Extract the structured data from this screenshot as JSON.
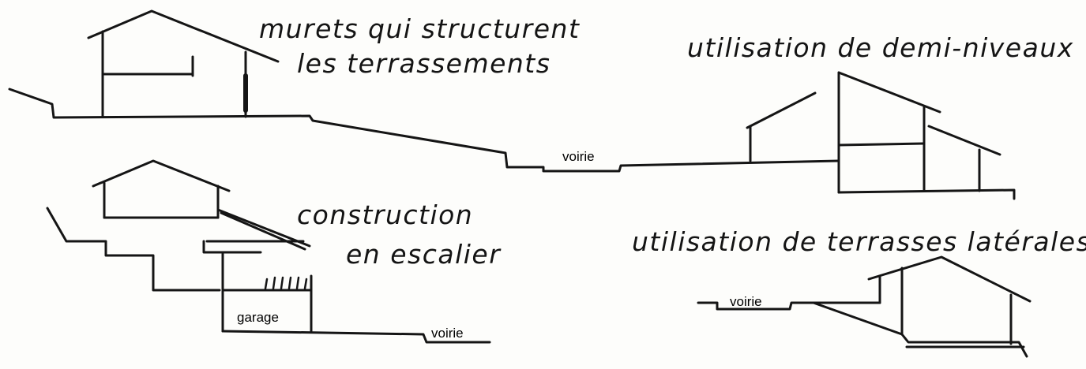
{
  "captions": {
    "murets_line1": "murets qui structurent",
    "murets_line2": "les terrassements",
    "demi_niveaux": "utilisation de demi-niveaux",
    "escalier_line1": "construction",
    "escalier_line2": "en escalier",
    "terrasses_laterales": "utilisation de terrasses latérales"
  },
  "labels": {
    "voirie_center": "voirie",
    "voirie_bottom_left": "voirie",
    "voirie_bottom_right": "voirie",
    "garage": "garage"
  }
}
